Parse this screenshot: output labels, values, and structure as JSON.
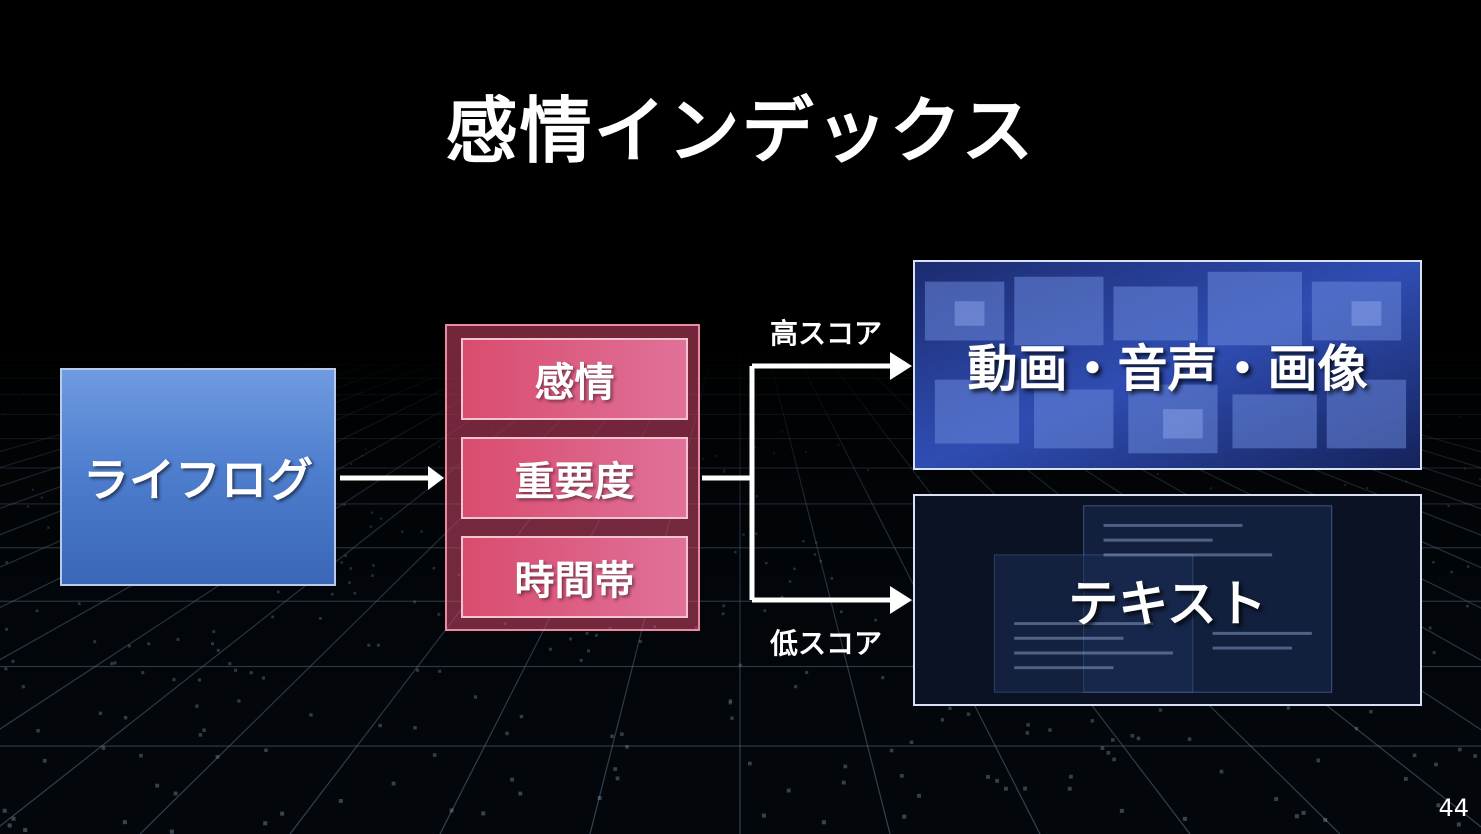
{
  "slide": {
    "title": "感情インデックス",
    "page_number": "44"
  },
  "diagram": {
    "source": "ライフログ",
    "factors": [
      "感情",
      "重要度",
      "時間帯"
    ],
    "branches": {
      "high": {
        "label": "高スコア",
        "target": "動画・音声・画像"
      },
      "low": {
        "label": "低スコア",
        "target": "テキスト"
      }
    }
  },
  "colors": {
    "background": "#000000",
    "source_box": "#4f7fcf",
    "factor_box": "#d94c6e",
    "arrow": "#ffffff"
  }
}
